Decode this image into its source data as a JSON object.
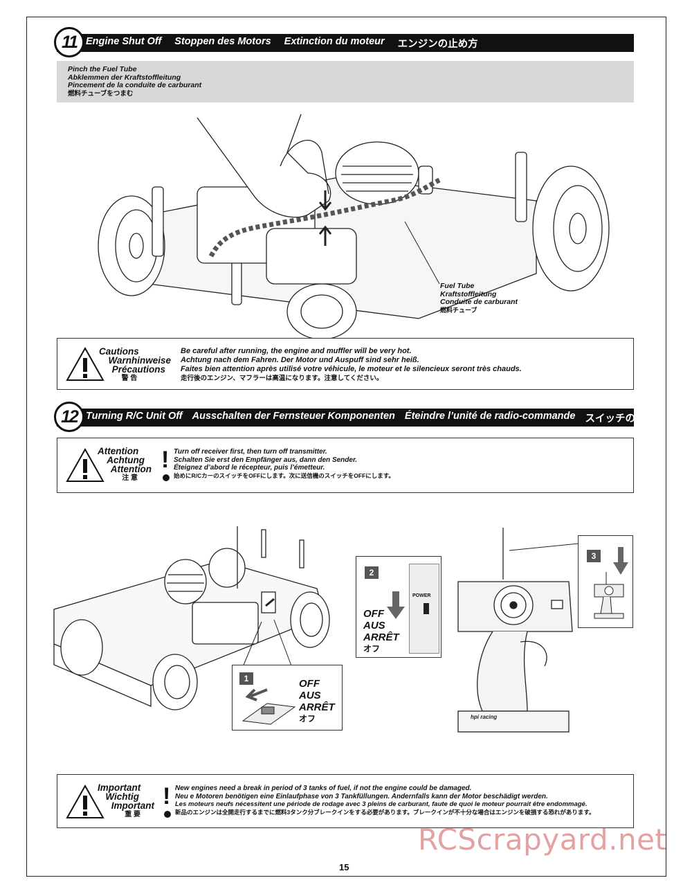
{
  "step11": {
    "number": "11",
    "titles": [
      "Engine Shut Off",
      "Stoppen des Motors",
      "Extinction du moteur",
      "エンジンの止め方"
    ],
    "instruction": [
      "Pinch the Fuel Tube",
      "Abklemmen der Kraftstoffleitung",
      "Pincement de la conduite de carburant",
      "燃料チューブをつまむ"
    ],
    "callout": [
      "Fuel Tube",
      "Kraftstoffleitung",
      "Conduite de carburant",
      "燃料チューブ"
    ]
  },
  "cautions": {
    "title": [
      "Cautions",
      "Warnhinweise",
      "Précautions",
      "警 告"
    ],
    "lines": [
      "Be careful after running, the engine and muffler will be very hot.",
      "Achtung nach dem Fahren. Der Motor und Auspuff sind sehr heiß.",
      "Faites bien attention après utilisé votre véhicule, le moteur et le silencieux seront très chauds.",
      "走行後のエンジン、マフラーは高温になります。注意してください。"
    ]
  },
  "step12": {
    "number": "12",
    "titles": [
      "Turning R/C Unit Off",
      "Ausschalten der Fernsteuer Komponenten",
      "Éteindre l’unité de radio-commande",
      "スイッチの切り方"
    ]
  },
  "attention": {
    "title": [
      "Attention",
      "Achtung",
      "Attention",
      "注 意"
    ],
    "lines": [
      "Turn off receiver first, then turn off transmitter.",
      "Schalten Sie erst den Empfänger aus, dann den Sender.",
      "Éteignez d’abord le récepteur, puis l’émetteur.",
      "始めにR/CカーのスイッチをOFFにします。次に送信機のスイッチをOFFにします。"
    ]
  },
  "switch_steps": {
    "step1": {
      "badge": "1",
      "label": [
        "OFF",
        "AUS",
        "ARRÊT",
        "オフ"
      ]
    },
    "step2": {
      "badge": "2",
      "label": [
        "OFF",
        "AUS",
        "ARRÊT",
        "オフ"
      ],
      "switch_text": "POWER"
    },
    "step3": {
      "badge": "3"
    }
  },
  "important": {
    "title": [
      "Important",
      "Wichtig",
      "Important",
      "重 要"
    ],
    "lines": [
      "New engines need a break in period of 3 tanks of fuel, if not the engine could be damaged.",
      "Neu e Motoren benötigen eine Einlaufphase von 3 Tankfüllungen. Andernfalls kann der Motor beschädigt werden.",
      "Les moteurs neufs nécessitent une période de rodage avec 3 pleins de carburant, faute de quoi le moteur pourrait être endommagé.",
      "新品のエンジンは全開走行するまでに燃料3タンク分ブレークインをする必要があります。ブレークインが不十分な場合はエンジンを破損する恐れがあります。"
    ]
  },
  "page_number": "15",
  "watermark": "RCScrapyard.net"
}
